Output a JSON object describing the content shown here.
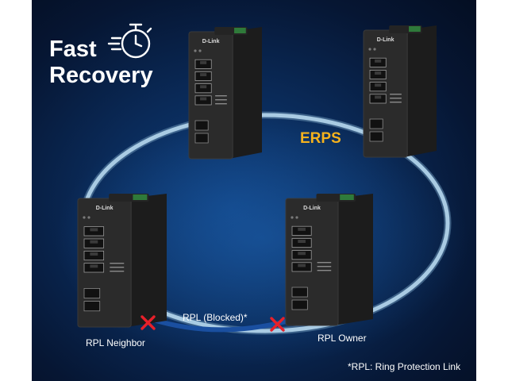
{
  "title": {
    "line1": "Fast",
    "line2": "Recovery"
  },
  "ring_label": "ERPS",
  "link_label": "RPL (Blocked)*",
  "nodes": [
    {
      "brand": "D-Link",
      "role": ""
    },
    {
      "brand": "D-Link",
      "role": ""
    },
    {
      "brand": "D-Link",
      "role": "RPL Neighbor"
    },
    {
      "brand": "D-Link",
      "role": "RPL Owner"
    }
  ],
  "footnote": "*RPL: Ring Protection Link",
  "colors": {
    "background": "#0a2a58",
    "ring": "#9ec3dd",
    "accent": "#f5b21d",
    "blocked": "#e8202a",
    "text": "#ffffff",
    "switch_body": "#2b2b2b"
  },
  "icons": [
    "stopwatch-icon",
    "blocked-x-icon"
  ]
}
